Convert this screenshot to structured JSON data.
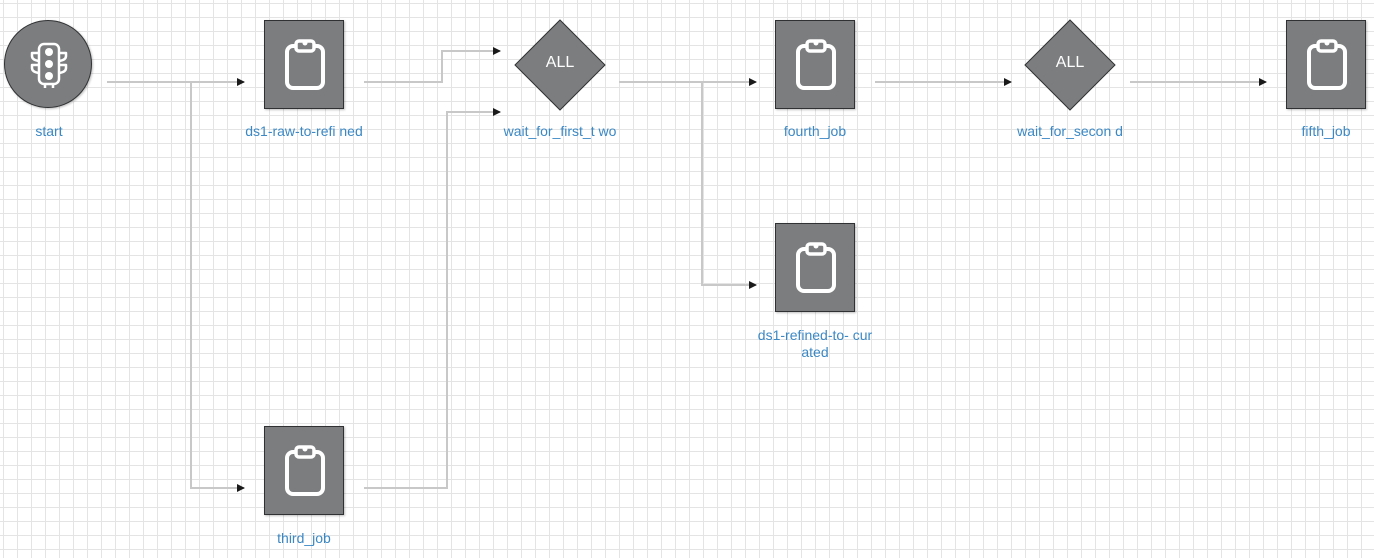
{
  "diagram": {
    "nodes": {
      "start": {
        "label": "start",
        "icon": "traffic-light-icon"
      },
      "ds1_raw_to_refined": {
        "label": "ds1-raw-to-refi ned",
        "icon": "clipboard-icon"
      },
      "third_job": {
        "label": "third_job",
        "icon": "clipboard-icon"
      },
      "wait_for_first_two": {
        "label": "wait_for_first_t wo",
        "gate": "ALL"
      },
      "fourth_job": {
        "label": "fourth_job",
        "icon": "clipboard-icon"
      },
      "ds1_refined_to_curated": {
        "label": "ds1-refined-to- curated",
        "icon": "clipboard-icon"
      },
      "wait_for_second": {
        "label": "wait_for_secon d",
        "gate": "ALL"
      },
      "fifth_job": {
        "label": "fifth_job",
        "icon": "clipboard-icon"
      }
    },
    "edges": [
      {
        "from": "start",
        "to": "ds1-raw-to-refined"
      },
      {
        "from": "start",
        "to": "third_job"
      },
      {
        "from": "ds1-raw-to-refined",
        "to": "wait_for_first_two"
      },
      {
        "from": "third_job",
        "to": "wait_for_first_two"
      },
      {
        "from": "wait_for_first_two",
        "to": "fourth_job"
      },
      {
        "from": "wait_for_first_two",
        "to": "ds1-refined-to-curated"
      },
      {
        "from": "fourth_job",
        "to": "wait_for_second"
      },
      {
        "from": "wait_for_second",
        "to": "fifth_job"
      }
    ],
    "colors": {
      "node_fill": "#7b7d7f",
      "node_border": "#2f3133",
      "label": "#3b88c4",
      "edge": "#c8c8c8",
      "arrow": "#1a1a1a",
      "grid": "#e4e4e4"
    }
  }
}
